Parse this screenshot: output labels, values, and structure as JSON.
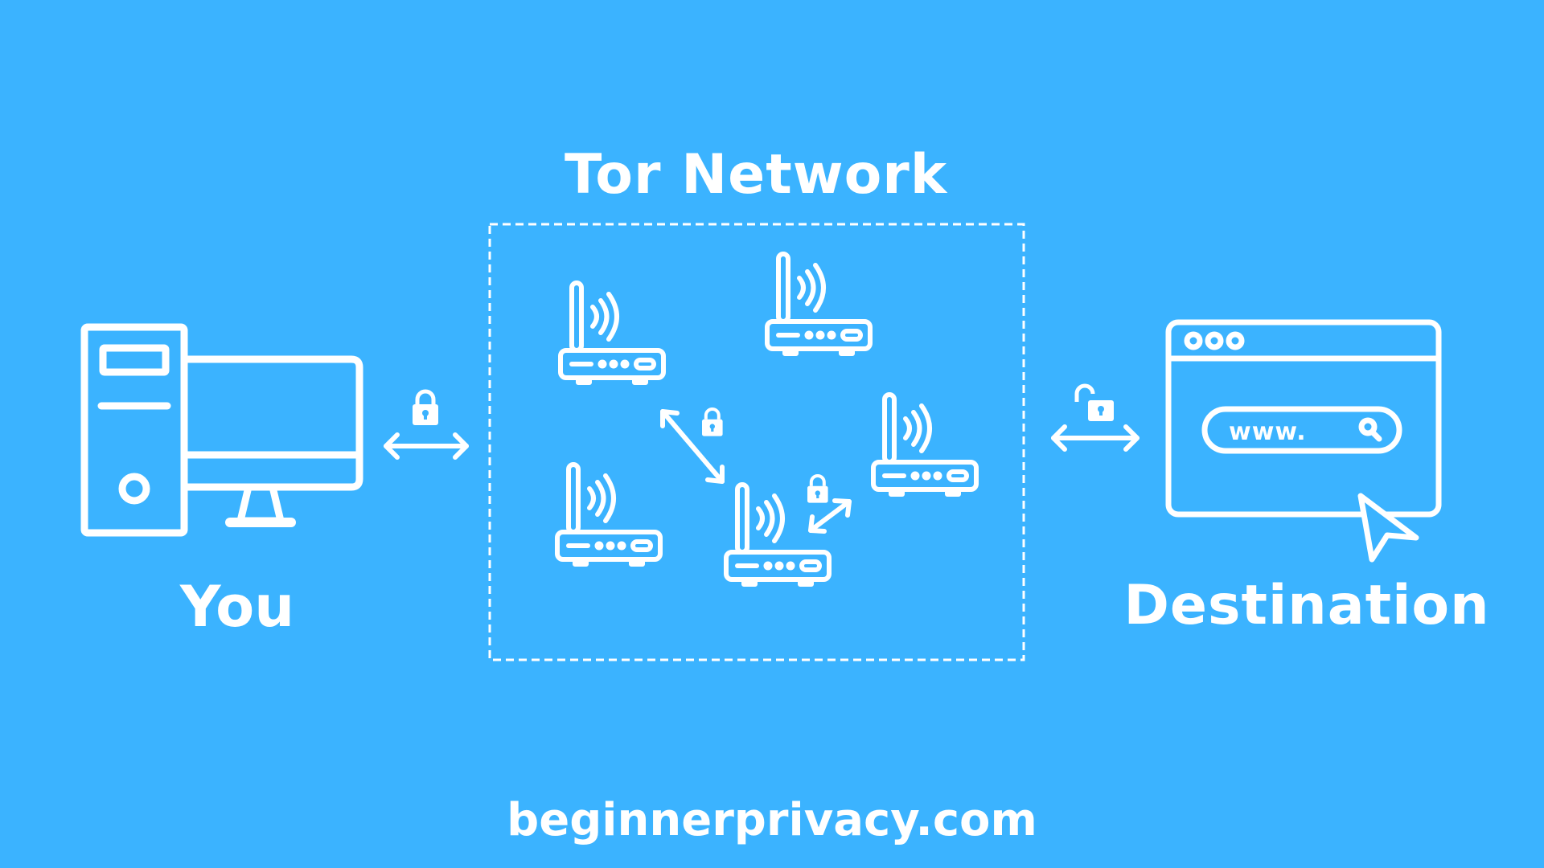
{
  "diagram": {
    "network_title": "Tor Network",
    "you_label": "You",
    "destination_label": "Destination",
    "url_text": "www.",
    "footer": "beginnerprivacy.com",
    "colors": {
      "background": "#3bb3ff",
      "foreground": "#ffffff"
    },
    "icons": {
      "you": "desktop-computer-icon",
      "destination": "browser-window-icon",
      "relay": "wifi-router-icon",
      "locked": "padlock-closed-icon",
      "unlocked": "padlock-open-icon",
      "pointer": "mouse-cursor-icon"
    }
  }
}
